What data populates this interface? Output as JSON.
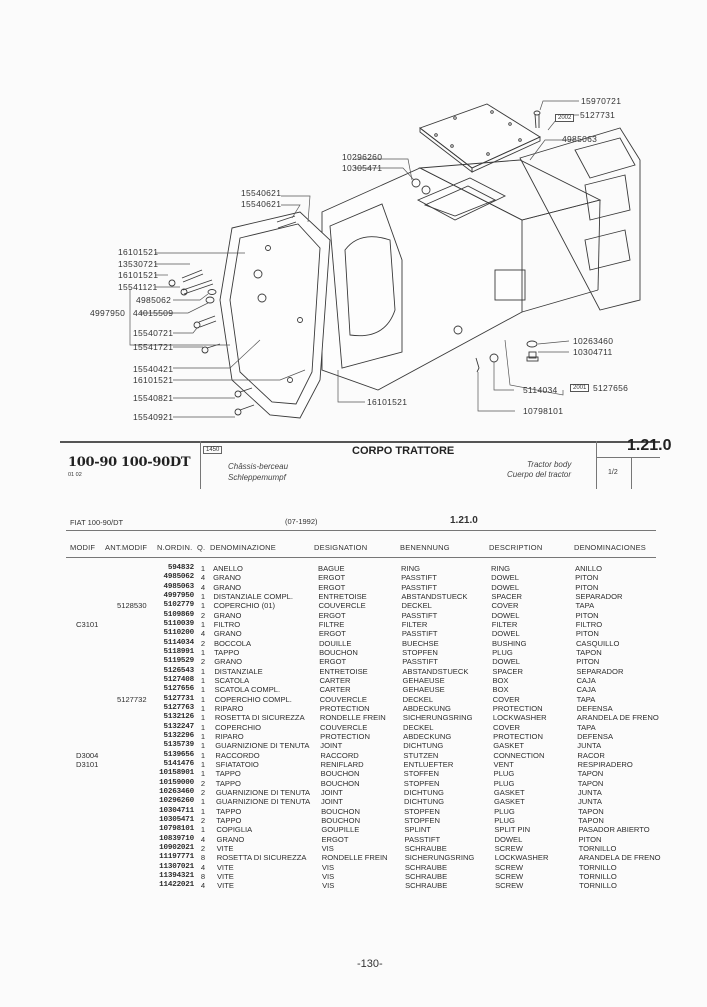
{
  "diagram": {
    "callouts": {
      "c15970721": "15970721",
      "c5127731": "5127731",
      "c4985063": "4985063",
      "c10296260": "10296260",
      "c10305471": "10305471",
      "c15540621a": "15540621",
      "c15540621b": "15540621",
      "c16101521a": "16101521",
      "c13530721": "13530721",
      "c16101521b": "16101521",
      "c15541121": "15541121",
      "c4985062": "4985062",
      "c4997950": "4997950",
      "c44015509": "44015509",
      "c15540721": "15540721",
      "c15541721": "15541721",
      "c15540421": "15540421",
      "c16101521c": "16101521",
      "c15540821": "15540821",
      "c15540921": "15540921",
      "c16101521d": "16101521",
      "c10263460": "10263460",
      "c10304711": "10304711",
      "c5114034": "5114034",
      "c5127656": "5127656",
      "c10798101": "10798101"
    },
    "refboxes": {
      "r2002": "2002",
      "r2001": "2001"
    }
  },
  "header": {
    "model": "100-90 100-90DT",
    "model_sub": "01 02",
    "group_code": "1450",
    "title": "CORPO TRATTORE",
    "fr": "Châssis-berceau",
    "de": "Schleppemumpf",
    "en": "Tractor body",
    "es": "Cuerpo del tractor",
    "section": "1.21.0",
    "page_fraction": "1/2"
  },
  "table": {
    "model_line": "FIAT 100-90/DT",
    "date": "(07-1992)",
    "section": "1.21.0",
    "columns": [
      "MODIF",
      "ANT.MODIF",
      "N.ORDIN.",
      "Q.",
      "DENOMINAZIONE",
      "DESIGNATION",
      "BENENNUNG",
      "DESCRIPTION",
      "DENOMINACIONES"
    ],
    "rows": [
      {
        "mod": "",
        "ant": "",
        "ord": "594832",
        "q": "1",
        "den": "ANELLO",
        "des": "BAGUE",
        "ben": "RING",
        "dsc": "RING",
        "dnm": "ANILLO"
      },
      {
        "mod": "",
        "ant": "",
        "ord": "4985062",
        "q": "4",
        "den": "GRANO",
        "des": "ERGOT",
        "ben": "PASSTIFT",
        "dsc": "DOWEL",
        "dnm": "PITON"
      },
      {
        "mod": "",
        "ant": "",
        "ord": "4985063",
        "q": "4",
        "den": "GRANO",
        "des": "ERGOT",
        "ben": "PASSTIFT",
        "dsc": "DOWEL",
        "dnm": "PITON"
      },
      {
        "mod": "",
        "ant": "",
        "ord": "4997950",
        "q": "1",
        "den": "DISTANZIALE  COMPL.",
        "des": "ENTRETOISE",
        "ben": "ABSTANDSTUECK",
        "dsc": "SPACER",
        "dnm": "SEPARADOR"
      },
      {
        "mod": "",
        "ant": "5128530",
        "ord": "5102779",
        "q": "1",
        "den": "COPERCHIO  (01)",
        "des": "COUVERCLE",
        "ben": "DECKEL",
        "dsc": "COVER",
        "dnm": "TAPA"
      },
      {
        "mod": "",
        "ant": "",
        "ord": "5109869",
        "q": "2",
        "den": "GRANO",
        "des": "ERGOT",
        "ben": "PASSTIFT",
        "dsc": "DOWEL",
        "dnm": "PITON"
      },
      {
        "mod": "C3101",
        "ant": "",
        "ord": "5110039",
        "q": "1",
        "den": "FILTRO",
        "des": "FILTRE",
        "ben": "FILTER",
        "dsc": "FILTER",
        "dnm": "FILTRO"
      },
      {
        "mod": "",
        "ant": "",
        "ord": "5110200",
        "q": "4",
        "den": "GRANO",
        "des": "ERGOT",
        "ben": "PASSTIFT",
        "dsc": "DOWEL",
        "dnm": "PITON"
      },
      {
        "mod": "",
        "ant": "",
        "ord": "5114034",
        "q": "2",
        "den": "BOCCOLA",
        "des": "DOUILLE",
        "ben": "BUECHSE",
        "dsc": "BUSHING",
        "dnm": "CASQUILLO"
      },
      {
        "mod": "",
        "ant": "",
        "ord": "5118991",
        "q": "1",
        "den": "TAPPO",
        "des": "BOUCHON",
        "ben": "STOPFEN",
        "dsc": "PLUG",
        "dnm": "TAPON"
      },
      {
        "mod": "",
        "ant": "",
        "ord": "5119529",
        "q": "2",
        "den": "GRANO",
        "des": "ERGOT",
        "ben": "PASSTIFT",
        "dsc": "DOWEL",
        "dnm": "PITON"
      },
      {
        "mod": "",
        "ant": "",
        "ord": "5126543",
        "q": "1",
        "den": "DISTANZIALE",
        "des": "ENTRETOISE",
        "ben": "ABSTANDSTUECK",
        "dsc": "SPACER",
        "dnm": "SEPARADOR"
      },
      {
        "mod": "",
        "ant": "",
        "ord": "5127408",
        "q": "1",
        "den": "SCATOLA",
        "des": "CARTER",
        "ben": "GEHAEUSE",
        "dsc": "BOX",
        "dnm": "CAJA"
      },
      {
        "mod": "",
        "ant": "",
        "ord": "5127656",
        "q": "1",
        "den": "SCATOLA  COMPL.",
        "des": "CARTER",
        "ben": "GEHAEUSE",
        "dsc": "BOX",
        "dnm": "CAJA"
      },
      {
        "mod": "",
        "ant": "5127732",
        "ord": "5127731",
        "q": "1",
        "den": "COPERCHIO  COMPL.",
        "des": "COUVERCLE",
        "ben": "DECKEL",
        "dsc": "COVER",
        "dnm": "TAPA"
      },
      {
        "mod": "",
        "ant": "",
        "ord": "5127763",
        "q": "1",
        "den": "RIPARO",
        "des": "PROTECTION",
        "ben": "ABDECKUNG",
        "dsc": "PROTECTION",
        "dnm": "DEFENSA"
      },
      {
        "mod": "",
        "ant": "",
        "ord": "5132126",
        "q": "1",
        "den": "ROSETTA DI SICUREZZA",
        "des": "RONDELLE FREIN",
        "ben": "SICHERUNGSRING",
        "dsc": "LOCKWASHER",
        "dnm": "ARANDELA DE FRENO"
      },
      {
        "mod": "",
        "ant": "",
        "ord": "5132247",
        "q": "1",
        "den": "COPERCHIO",
        "des": "COUVERCLE",
        "ben": "DECKEL",
        "dsc": "COVER",
        "dnm": "TAPA"
      },
      {
        "mod": "",
        "ant": "",
        "ord": "5132296",
        "q": "1",
        "den": "RIPARO",
        "des": "PROTECTION",
        "ben": "ABDECKUNG",
        "dsc": "PROTECTION",
        "dnm": "DEFENSA"
      },
      {
        "mod": "",
        "ant": "",
        "ord": "5135739",
        "q": "1",
        "den": "GUARNIZIONE DI TENUTA",
        "des": "JOINT",
        "ben": "DICHTUNG",
        "dsc": "GASKET",
        "dnm": "JUNTA"
      },
      {
        "mod": "D3004",
        "ant": "",
        "ord": "5139656",
        "q": "1",
        "den": "RACCORDO",
        "des": "RACCORD",
        "ben": "STUTZEN",
        "dsc": "CONNECTION",
        "dnm": "RACOR"
      },
      {
        "mod": "D3101",
        "ant": "",
        "ord": "5141476",
        "q": "1",
        "den": "SFIATATOIO",
        "des": "RENIFLARD",
        "ben": "ENTLUEFTER",
        "dsc": "VENT",
        "dnm": "RESPIRADERO"
      },
      {
        "mod": "",
        "ant": "",
        "ord": "10158901",
        "q": "1",
        "den": "TAPPO",
        "des": "BOUCHON",
        "ben": "STOFFEN",
        "dsc": "PLUG",
        "dnm": "TAPON"
      },
      {
        "mod": "",
        "ant": "",
        "ord": "10159000",
        "q": "2",
        "den": "TAPPO",
        "des": "BOUCHON",
        "ben": "STOPFEN",
        "dsc": "PLUG",
        "dnm": "TAPON"
      },
      {
        "mod": "",
        "ant": "",
        "ord": "10263460",
        "q": "2",
        "den": "GUARNIZIONE DI TENUTA",
        "des": "JOINT",
        "ben": "DICHTUNG",
        "dsc": "GASKET",
        "dnm": "JUNTA"
      },
      {
        "mod": "",
        "ant": "",
        "ord": "10296260",
        "q": "1",
        "den": "GUARNIZIONE DI TENUTA",
        "des": "JOINT",
        "ben": "DICHTUNG",
        "dsc": "GASKET",
        "dnm": "JUNTA"
      },
      {
        "mod": "",
        "ant": "",
        "ord": "10304711",
        "q": "1",
        "den": "TAPPO",
        "des": "BOUCHON",
        "ben": "STOPFEN",
        "dsc": "PLUG",
        "dnm": "TAPON"
      },
      {
        "mod": "",
        "ant": "",
        "ord": "10305471",
        "q": "2",
        "den": "TAPPO",
        "des": "BOUCHON",
        "ben": "STOPFEN",
        "dsc": "PLUG",
        "dnm": "TAPON"
      },
      {
        "mod": "",
        "ant": "",
        "ord": "10798101",
        "q": "1",
        "den": "COPIGLIA",
        "des": "GOUPILLE",
        "ben": "SPLINT",
        "dsc": "SPLIT PIN",
        "dnm": "PASADOR ABIERTO"
      },
      {
        "mod": "",
        "ant": "",
        "ord": "10839710",
        "q": "4",
        "den": "GRANO",
        "des": "ERGOT",
        "ben": "PASSTIFT",
        "dsc": "DOWEL",
        "dnm": "PITON"
      },
      {
        "mod": "",
        "ant": "",
        "ord": "10902021",
        "q": "2",
        "den": "VITE",
        "des": "VIS",
        "ben": "SCHRAUBE",
        "dsc": "SCREW",
        "dnm": "TORNILLO"
      },
      {
        "mod": "",
        "ant": "",
        "ord": "11197771",
        "q": "8",
        "den": "ROSETTA DI SICUREZZA",
        "des": "RONDELLE FREIN",
        "ben": "SICHERUNGSRING",
        "dsc": "LOCKWASHER",
        "dnm": "ARANDELA DE FRENO"
      },
      {
        "mod": "",
        "ant": "",
        "ord": "11307021",
        "q": "4",
        "den": "VITE",
        "des": "VIS",
        "ben": "SCHRAUBE",
        "dsc": "SCREW",
        "dnm": "TORNILLO"
      },
      {
        "mod": "",
        "ant": "",
        "ord": "11394321",
        "q": "8",
        "den": "VITE",
        "des": "VIS",
        "ben": "SCHRAUBE",
        "dsc": "SCREW",
        "dnm": "TORNILLO"
      },
      {
        "mod": "",
        "ant": "",
        "ord": "11422021",
        "q": "4",
        "den": "VITE",
        "des": "VIS",
        "ben": "SCHRAUBE",
        "dsc": "SCREW",
        "dnm": "TORNILLO"
      }
    ]
  },
  "footer": {
    "page_number": "-130-"
  }
}
